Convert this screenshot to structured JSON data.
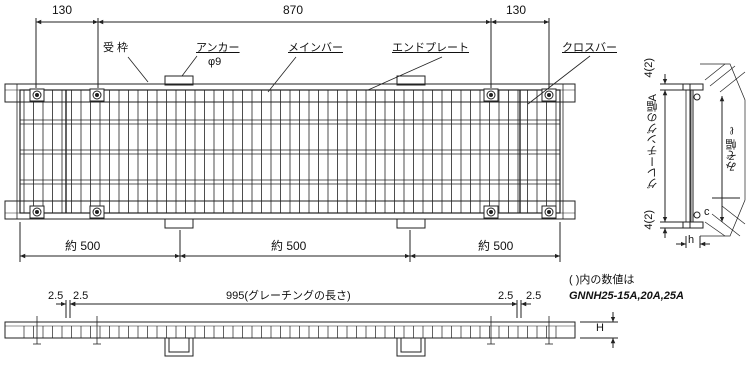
{
  "plan_view": {
    "dim_top_left": "130",
    "dim_top_center": "870",
    "dim_top_right": "130",
    "label_frame": "受 枠",
    "label_anchor": "アンカー",
    "label_anchor_dia": "φ9",
    "label_main_bar": "メインバー",
    "label_end_plate": "エンドプレート",
    "label_cross_bar": "クロスバー",
    "dim_bottom_1": "約 500",
    "dim_bottom_2": "約 500",
    "dim_bottom_3": "約 500"
  },
  "side_view": {
    "dim_left_a": "2.5",
    "dim_left_b": "2.5",
    "dim_center": "995(グレーチングの長さ)",
    "dim_right_a": "2.5",
    "dim_right_b": "2.5",
    "dim_height": "H"
  },
  "section_view": {
    "dim_top": "4(2)",
    "dim_bottom": "4(2)",
    "label_grating_width": "グレーチングの幅A",
    "label_groove_width": "みぞ幅 ℓ",
    "label_c": "c",
    "label_h": "h"
  },
  "note": {
    "line1": "( )内の数値は",
    "line2": "GNNH25-15A,20A,25A"
  }
}
